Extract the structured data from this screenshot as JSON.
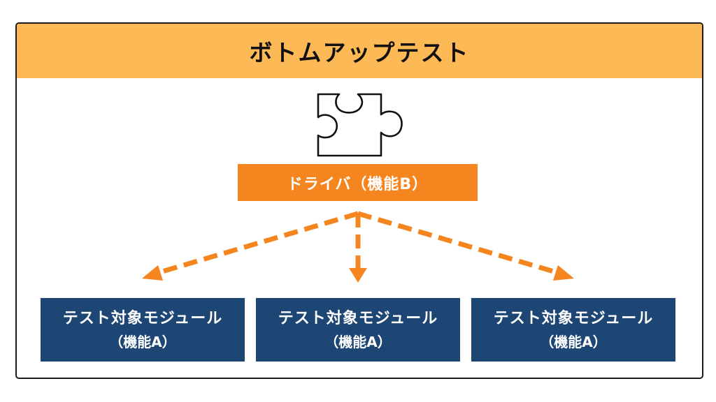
{
  "title": "ボトムアップテスト",
  "driver": {
    "label": "ドライバ（機能B）",
    "icon": "puzzle-piece-icon"
  },
  "modules": [
    {
      "line1": "テスト対象モジュール",
      "line2": "（機能A）"
    },
    {
      "line1": "テスト対象モジュール",
      "line2": "（機能A）"
    },
    {
      "line1": "テスト対象モジュール",
      "line2": "（機能A）"
    }
  ],
  "colors": {
    "header": "#fdb955",
    "driver": "#f5851f",
    "arrow": "#f5851f",
    "module": "#1d4674"
  }
}
